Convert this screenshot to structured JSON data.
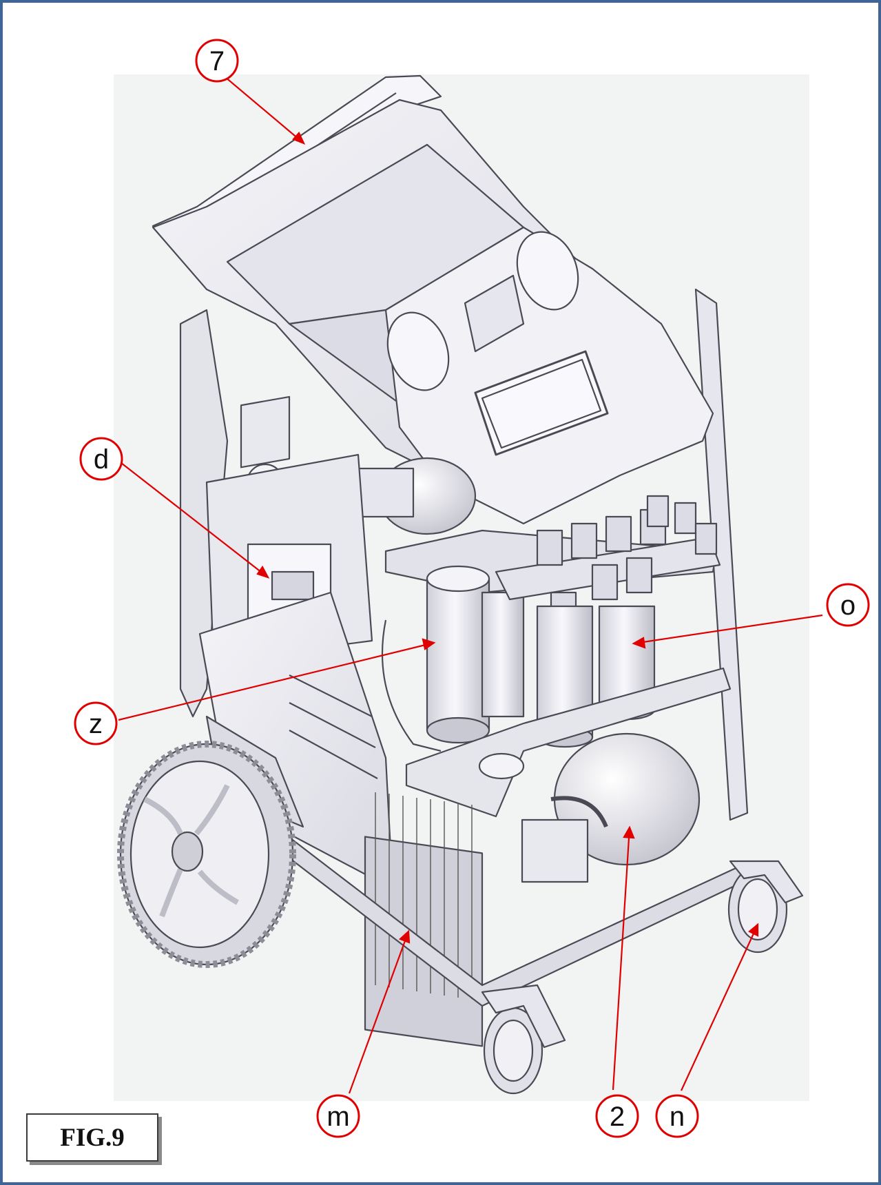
{
  "figure": {
    "label": "FIG.9"
  },
  "callouts": [
    {
      "id": "7",
      "text": "7"
    },
    {
      "id": "d",
      "text": "d"
    },
    {
      "id": "o",
      "text": "o"
    },
    {
      "id": "z",
      "text": "z"
    },
    {
      "id": "m",
      "text": "m"
    },
    {
      "id": "2",
      "text": "2"
    },
    {
      "id": "n",
      "text": "n"
    }
  ],
  "colors": {
    "border": "#3f6596",
    "callout": "#e00000",
    "drawing_bg": "#f2f3f3",
    "machine_light": "#ececf2",
    "machine_line": "#4a4a55"
  }
}
